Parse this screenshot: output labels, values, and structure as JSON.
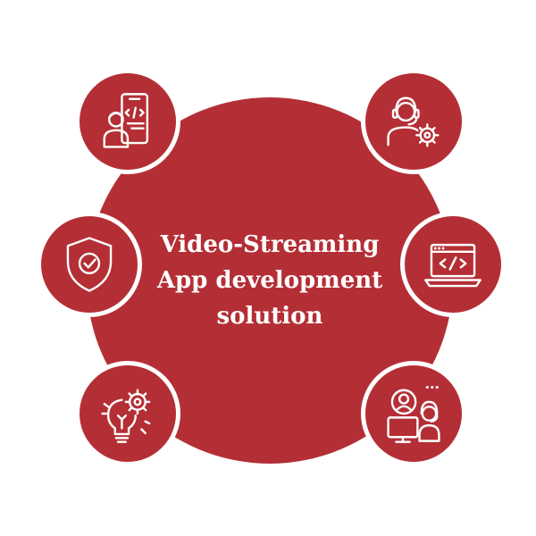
{
  "colors": {
    "accent": "#b42f35",
    "background": "#ffffff",
    "text": "#ffffff"
  },
  "hub": {
    "title_lines": [
      "Video-Streaming",
      "App development",
      "solution"
    ]
  },
  "nodes": [
    {
      "icon": "developer-phone-code-icon"
    },
    {
      "icon": "support-agent-gear-icon"
    },
    {
      "icon": "shield-check-icon"
    },
    {
      "icon": "laptop-code-icon"
    },
    {
      "icon": "lightbulb-gear-icon"
    },
    {
      "icon": "video-call-agent-icon"
    }
  ]
}
